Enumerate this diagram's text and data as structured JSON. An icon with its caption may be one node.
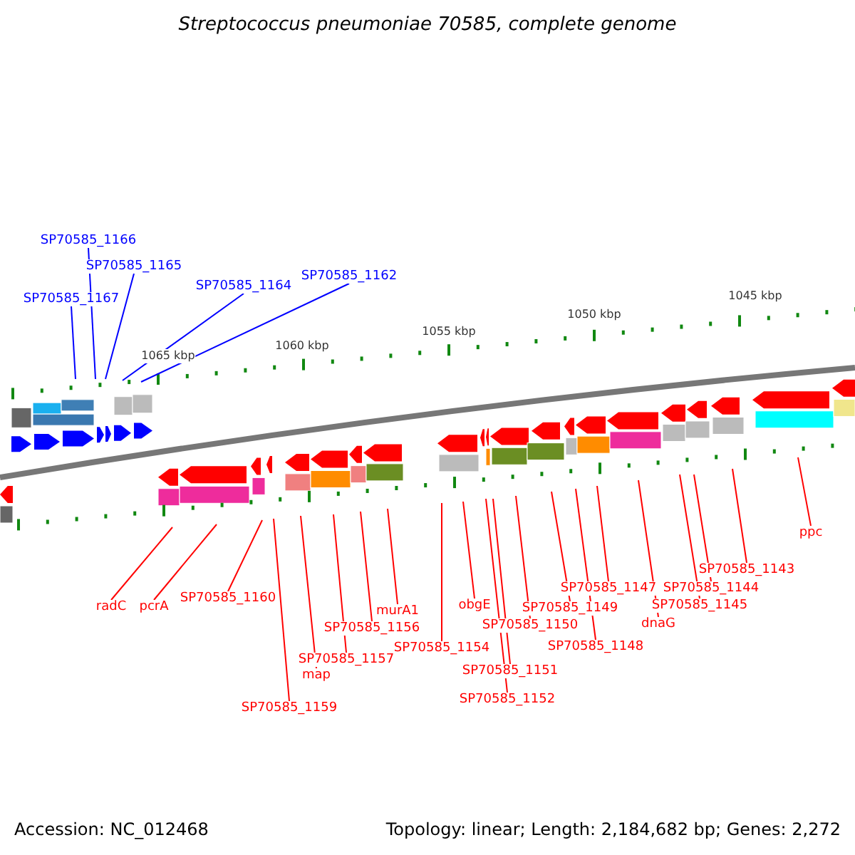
{
  "diagram": {
    "title": "Streptococcus pneumoniae 70585, complete genome",
    "nodes": [
      {
        "text": [
          "SP70585_1166"
        ]
      },
      {
        "text": [
          "SP70585_1165"
        ]
      },
      {
        "text": [
          "SP70585_1167"
        ]
      },
      {
        "text": [
          "SP70585_1164"
        ]
      },
      {
        "text": [
          "SP70585_1162"
        ]
      },
      {
        "text": [
          "radC"
        ]
      },
      {
        "text": [
          "pcrA"
        ]
      },
      {
        "text": [
          "SP70585_1160"
        ]
      },
      {
        "text": [
          "SP70585_1159"
        ]
      },
      {
        "text": [
          "map"
        ]
      },
      {
        "text": [
          "SP70585_1157"
        ]
      },
      {
        "text": [
          "SP70585_1156"
        ]
      },
      {
        "text": [
          "murA1"
        ]
      },
      {
        "text": [
          "SP70585_1154"
        ]
      },
      {
        "text": [
          "obgE"
        ]
      },
      {
        "text": [
          "SP70585_1152"
        ]
      },
      {
        "text": [
          "SP70585_1151"
        ]
      },
      {
        "text": [
          "SP70585_1150"
        ]
      },
      {
        "text": [
          "SP70585_1149"
        ]
      },
      {
        "text": [
          "SP70585_1148"
        ]
      },
      {
        "text": [
          "SP70585_1147"
        ]
      },
      {
        "text": [
          "dnaG"
        ]
      },
      {
        "text": [
          "SP70585_1145"
        ]
      },
      {
        "text": [
          "SP70585_1144"
        ]
      },
      {
        "text": [
          "SP70585_1143"
        ]
      },
      {
        "text": [
          "ppc"
        ]
      }
    ],
    "edges": [
      {
        "from": 0,
        "to": null,
        "arrow": "none",
        "color": "#0000ff"
      },
      {
        "from": 1,
        "to": null,
        "arrow": "none",
        "color": "#0000ff"
      },
      {
        "from": 2,
        "to": null,
        "arrow": "none",
        "color": "#0000ff"
      },
      {
        "from": 3,
        "to": null,
        "arrow": "none",
        "color": "#0000ff"
      },
      {
        "from": 4,
        "to": null,
        "arrow": "none",
        "color": "#0000ff"
      },
      {
        "from": 5,
        "to": null,
        "arrow": "none"
      },
      {
        "from": 6,
        "to": null,
        "arrow": "none"
      },
      {
        "from": 7,
        "to": null,
        "arrow": "none"
      },
      {
        "from": 8,
        "to": null,
        "arrow": "none"
      },
      {
        "from": 9,
        "to": null,
        "arrow": "none"
      },
      {
        "from": 10,
        "to": null,
        "arrow": "none"
      },
      {
        "from": 11,
        "to": null,
        "arrow": "none"
      },
      {
        "from": 12,
        "to": null,
        "arrow": "none"
      },
      {
        "from": 13,
        "to": null,
        "arrow": "none"
      },
      {
        "from": 14,
        "to": null,
        "arrow": "none"
      },
      {
        "from": 15,
        "to": null,
        "arrow": "none"
      },
      {
        "from": 16,
        "to": null,
        "arrow": "none"
      },
      {
        "from": 17,
        "to": null,
        "arrow": "none"
      },
      {
        "from": 18,
        "to": null,
        "arrow": "none"
      },
      {
        "from": 19,
        "to": null,
        "arrow": "none"
      },
      {
        "from": 20,
        "to": null,
        "arrow": "none"
      },
      {
        "from": 21,
        "to": null,
        "arrow": "none"
      },
      {
        "from": 22,
        "to": null,
        "arrow": "none"
      },
      {
        "from": 23,
        "to": null,
        "arrow": "none"
      },
      {
        "from": 24,
        "to": null,
        "arrow": "none"
      },
      {
        "from": 25,
        "to": null,
        "arrow": "none"
      }
    ],
    "labels": [
      "1045 kbp",
      "1050 kbp",
      "1055 kbp",
      "1060 kbp",
      "1065 kbp",
      "Accession: NC_012468",
      "Topology: linear; Length: 2,184,682 bp; Genes: 2,272"
    ]
  }
}
